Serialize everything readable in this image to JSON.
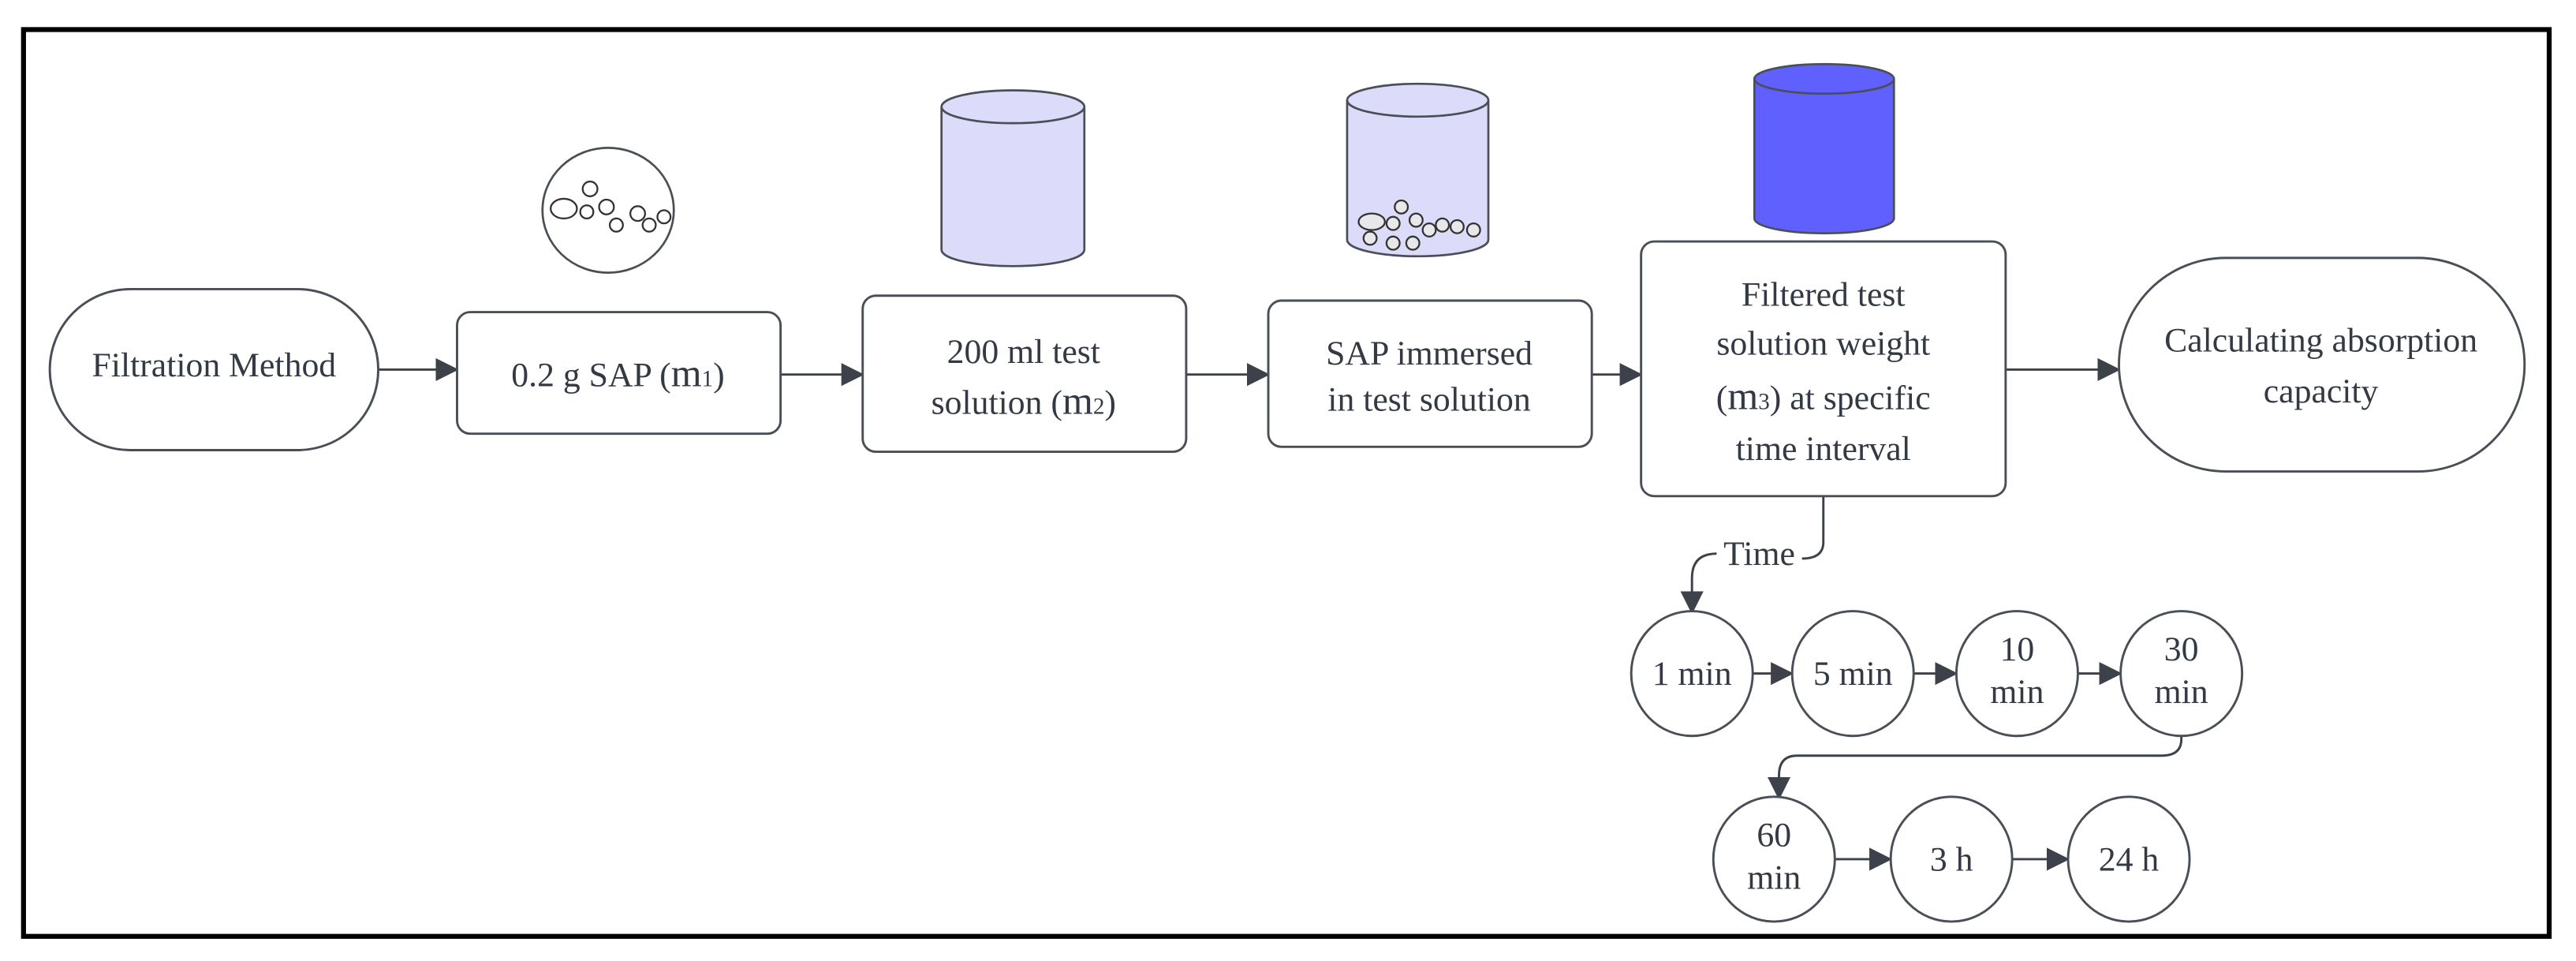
{
  "colors": {
    "light_cylinder": "#dcdcfa",
    "dark_cylinder": "#6060ff",
    "stroke": "#4a4f57",
    "frame": "#000000"
  },
  "nodes": {
    "start": "Filtration Method",
    "sap": {
      "text": "0.2 g SAP (",
      "sym": "m",
      "sub": "1",
      "close": ")"
    },
    "solution": {
      "line1": "200 ml test",
      "line2": "solution (",
      "sym": "m",
      "sub": "2",
      "close": ")"
    },
    "immersed": {
      "line1": "SAP immersed",
      "line2": "in test solution"
    },
    "filtered": {
      "line1": "Filtered test",
      "line2": "solution weight",
      "line3_open": "(",
      "sym": "m",
      "sub": "3",
      "line3_rest": ") at specific",
      "line4": "time interval"
    },
    "end": {
      "line1": "Calculating absorption",
      "line2": "capacity"
    }
  },
  "time_label": "Time",
  "intervals_row1": [
    {
      "l1": "1 min"
    },
    {
      "l1": "5 min"
    },
    {
      "l1": "10",
      "l2": "min"
    },
    {
      "l1": "30",
      "l2": "min"
    }
  ],
  "intervals_row2": [
    {
      "l1": "60",
      "l2": "min"
    },
    {
      "l1": "3 h"
    },
    {
      "l1": "24 h"
    }
  ]
}
